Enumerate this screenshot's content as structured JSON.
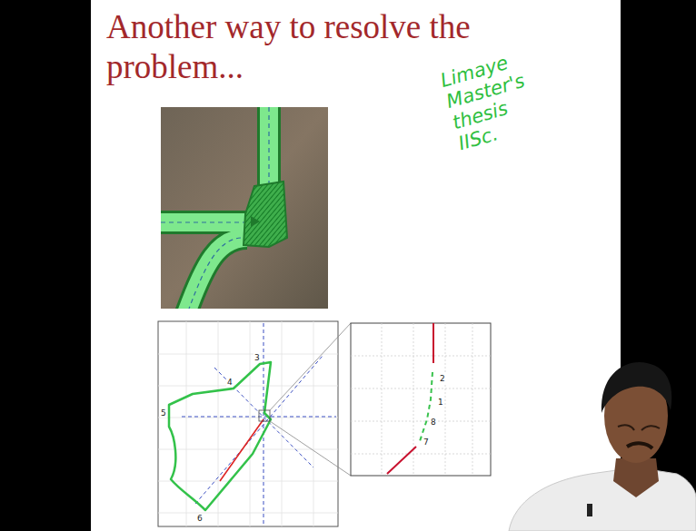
{
  "diagram": {
    "title": "Another way to resolve the problem...",
    "labels": [
      "Limaye Master's thesis IISc.",
      "3",
      "4",
      "5",
      "6",
      "2",
      "1",
      "8",
      "7"
    ]
  }
}
